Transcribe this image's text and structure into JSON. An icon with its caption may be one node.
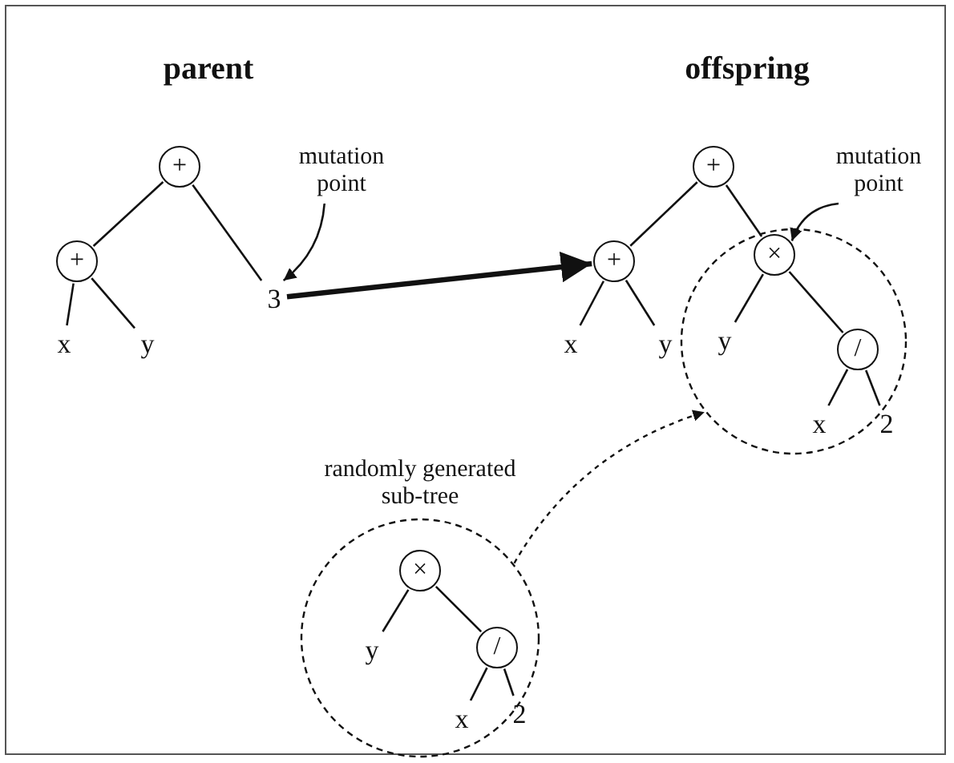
{
  "diagram": {
    "nodes": [
      {
        "text": [
          "+"
        ]
      },
      {
        "text": [
          "+"
        ]
      },
      {
        "text": [
          "3"
        ]
      },
      {
        "text": [
          "x"
        ]
      },
      {
        "text": [
          "y"
        ]
      },
      {
        "text": [
          "mutation point"
        ]
      },
      {
        "text": [
          "+"
        ]
      },
      {
        "text": [
          "+"
        ]
      },
      {
        "text": [
          "x"
        ]
      },
      {
        "text": [
          "y"
        ]
      },
      {
        "text": [],
        "shape": "circle"
      },
      {
        "text": [
          "×"
        ],
        "in": 10
      },
      {
        "text": [
          "y"
        ],
        "in": 10
      },
      {
        "text": [
          "/"
        ],
        "in": 10
      },
      {
        "text": [
          "x"
        ],
        "in": 10
      },
      {
        "text": [
          "2"
        ],
        "in": 10
      },
      {
        "text": [
          "mutation point"
        ]
      },
      {
        "text": [
          "randomly generated sub-tree"
        ]
      },
      {
        "text": [
          "×"
        ],
        "in": 17
      },
      {
        "text": [
          "y"
        ],
        "in": 17
      },
      {
        "text": [
          "/"
        ],
        "in": 17
      },
      {
        "text": [
          "x"
        ],
        "in": 17
      },
      {
        "text": [
          "2"
        ],
        "in": 17
      }
    ],
    "edges": [
      {
        "from": 0,
        "to": 1,
        "arrow": "none"
      },
      {
        "from": 0,
        "to": 2,
        "arrow": "none"
      },
      {
        "from": 1,
        "to": 3,
        "arrow": "none"
      },
      {
        "from": 1,
        "to": 4,
        "arrow": "none"
      },
      {
        "from": 5,
        "to": 2,
        "arrow": "to"
      },
      {
        "from": 2,
        "to": 7,
        "arrow": "to",
        "style": "thick"
      },
      {
        "from": 6,
        "to": 7,
        "arrow": "none"
      },
      {
        "from": 6,
        "to": 11,
        "arrow": "none"
      },
      {
        "from": 7,
        "to": 8,
        "arrow": "none"
      },
      {
        "from": 7,
        "to": 9,
        "arrow": "none"
      },
      {
        "from": 11,
        "to": 12,
        "arrow": "none"
      },
      {
        "from": 11,
        "to": 13,
        "arrow": "none"
      },
      {
        "from": 13,
        "to": 14,
        "arrow": "none"
      },
      {
        "from": 13,
        "to": 15,
        "arrow": "none"
      },
      {
        "from": 16,
        "to": 11,
        "arrow": "to"
      },
      {
        "from": 17,
        "to": 10,
        "arrow": "to",
        "style": "dashed"
      },
      {
        "from": 18,
        "to": 19,
        "arrow": "none"
      },
      {
        "from": 18,
        "to": 20,
        "arrow": "none"
      },
      {
        "from": 20,
        "to": 21,
        "arrow": "none"
      },
      {
        "from": 20,
        "to": 22,
        "arrow": "none"
      }
    ],
    "labels": [
      "parent",
      "offspring"
    ]
  }
}
